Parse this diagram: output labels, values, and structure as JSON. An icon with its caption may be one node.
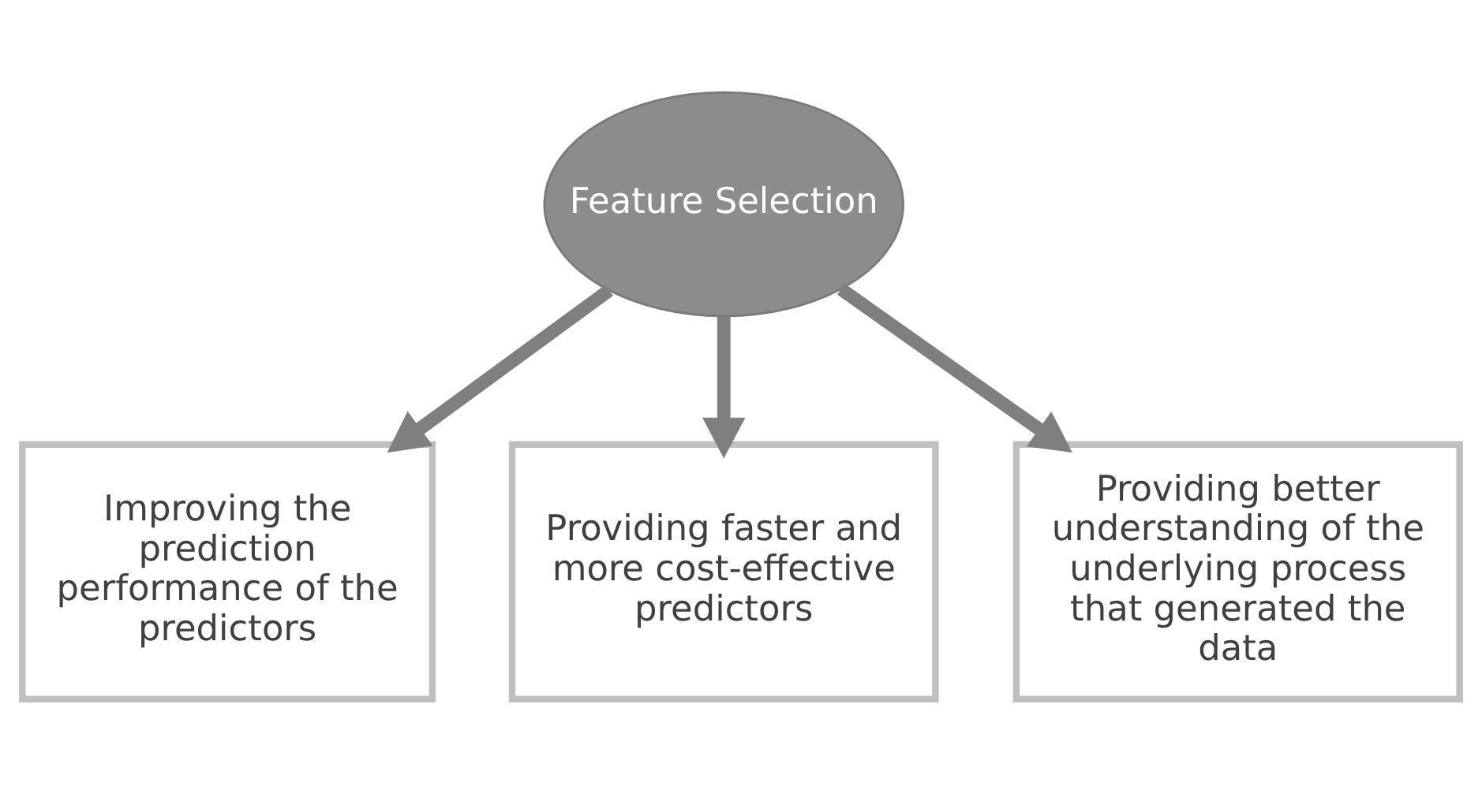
{
  "diagram": {
    "nodes": [
      {
        "text": [
          "Feature Selection"
        ]
      },
      {
        "text": [
          "Improving the prediction performance of the predictors"
        ]
      },
      {
        "text": [
          "Providing faster and more cost-effective predictors"
        ]
      },
      {
        "text": [
          "Providing better understanding of the underlying process that generated the data"
        ]
      }
    ],
    "edges": [
      {
        "from": 0,
        "to": 1,
        "arrow": "to"
      },
      {
        "from": 0,
        "to": 2,
        "arrow": "to"
      },
      {
        "from": 0,
        "to": 3,
        "arrow": "to"
      }
    ]
  }
}
